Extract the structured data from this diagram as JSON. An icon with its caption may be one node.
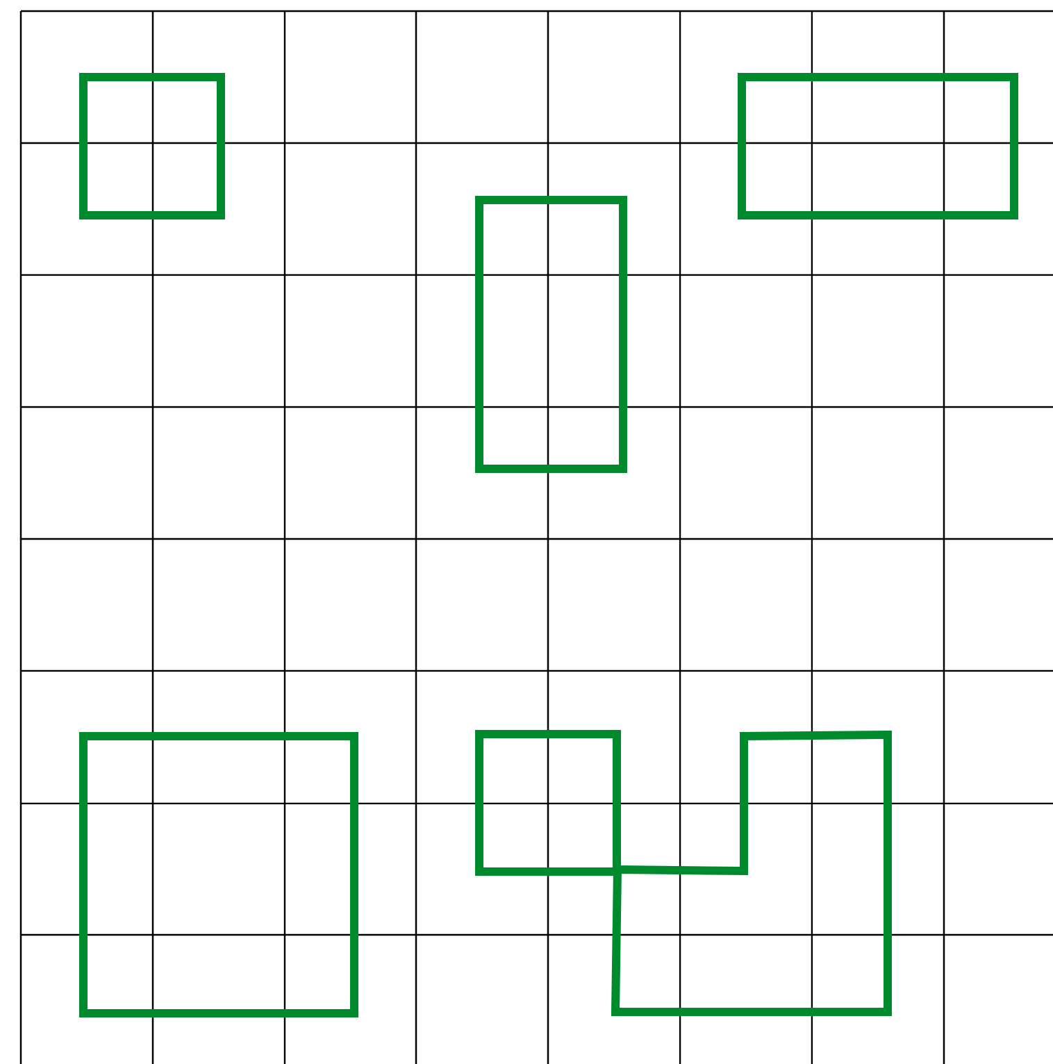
{
  "diagram": {
    "nodes": [
      {
        "text": [],
        "shape": "box"
      },
      {
        "text": [],
        "shape": "box"
      },
      {
        "text": [],
        "shape": "box"
      },
      {
        "text": [],
        "shape": "box"
      },
      {
        "text": [],
        "shape": "box"
      },
      {
        "text": [],
        "shape": "polygon"
      }
    ]
  }
}
